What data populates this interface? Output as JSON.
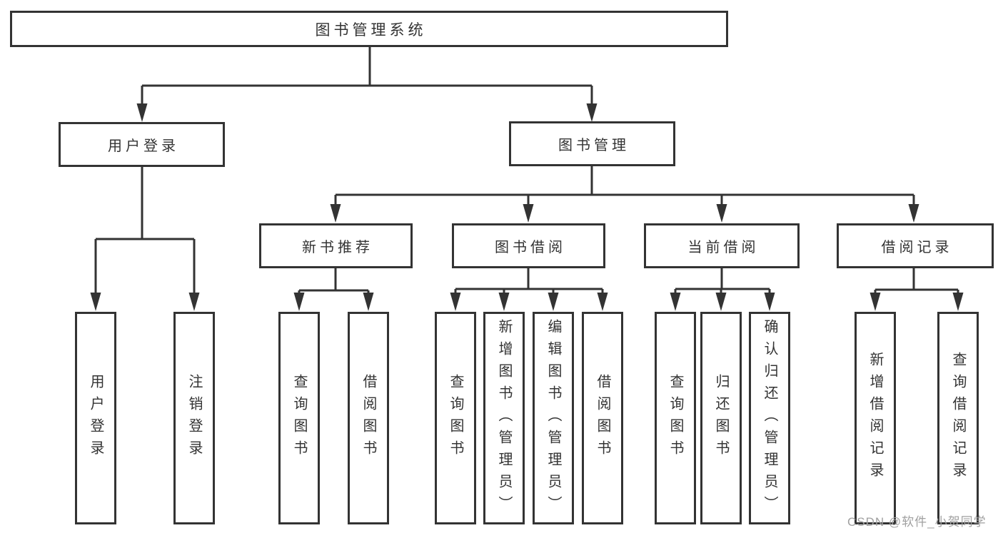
{
  "tree": {
    "label": "图书管理系统",
    "children": [
      {
        "label": "用户登录",
        "children": [
          {
            "label": "用户登录"
          },
          {
            "label": "注销登录"
          }
        ]
      },
      {
        "label": "图书管理",
        "children": [
          {
            "label": "新书推荐",
            "children": [
              {
                "label": "查询图书"
              },
              {
                "label": "借阅图书"
              }
            ]
          },
          {
            "label": "图书借阅",
            "children": [
              {
                "label": "查询图书"
              },
              {
                "label": "新增图书（管理员）"
              },
              {
                "label": "编辑图书（管理员）"
              },
              {
                "label": "借阅图书"
              }
            ]
          },
          {
            "label": "当前借阅",
            "children": [
              {
                "label": "查询图书"
              },
              {
                "label": "归还图书"
              },
              {
                "label": "确认归还（管理员）"
              }
            ]
          },
          {
            "label": "借阅记录",
            "children": [
              {
                "label": "新增借阅记录"
              },
              {
                "label": "查询借阅记录"
              }
            ]
          }
        ]
      }
    ]
  },
  "watermark": {
    "text": "CSDN @软件_小贺同学"
  },
  "colors": {
    "line": "#333333",
    "box_border": "#333333",
    "text": "#333333",
    "watermark_text": "#a0a0a0",
    "background": "#ffffff"
  }
}
